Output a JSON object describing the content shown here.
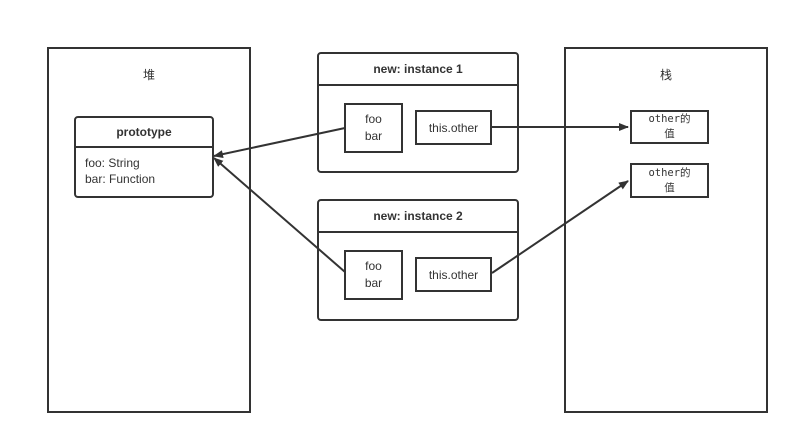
{
  "heap": {
    "label": "堆"
  },
  "stack": {
    "label": "栈"
  },
  "prototype": {
    "title": "prototype",
    "fields": [
      "foo: String",
      "bar: Function"
    ]
  },
  "instances": [
    {
      "title": "new: instance 1",
      "methods": [
        "foo",
        "bar"
      ],
      "prop": "this.other"
    },
    {
      "title": "new: instance 2",
      "methods": [
        "foo",
        "bar"
      ],
      "prop": "this.other"
    }
  ],
  "values": [
    {
      "line1": "other的",
      "line2": "值"
    },
    {
      "line1": "other的",
      "line2": "值"
    }
  ],
  "colors": {
    "stroke": "#333333",
    "background": "#ffffff"
  }
}
